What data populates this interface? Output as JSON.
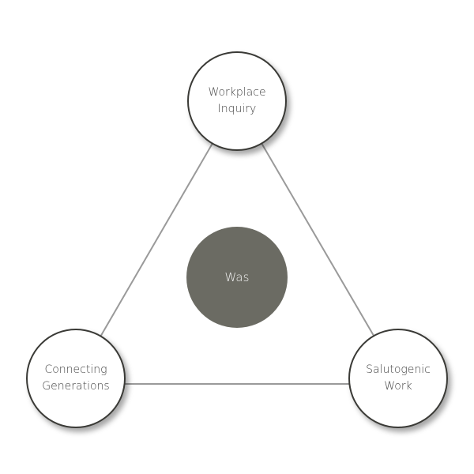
{
  "nodes": {
    "top": {
      "label_line1": "Workplace",
      "label_line2": "Inquiry"
    },
    "left": {
      "label_line1": "Connecting",
      "label_line2": "Generations"
    },
    "right": {
      "label_line1": "Salutogenic",
      "label_line2": "Work"
    }
  },
  "center": {
    "label": "Was"
  },
  "colors": {
    "center_fill": "#6b6b63",
    "edge": "#9a9a9a",
    "node_border": "#3a3a36"
  }
}
